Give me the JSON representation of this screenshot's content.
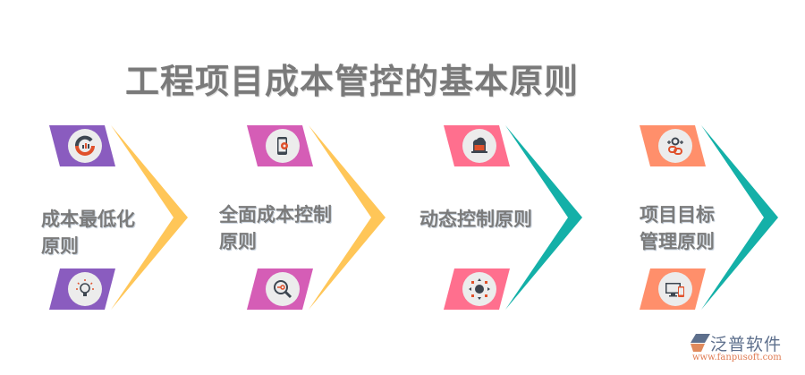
{
  "title": "工程项目成本管控的基本原则",
  "colors": {
    "title": "#7a7a7a",
    "label": "#7b7b7b",
    "purple": "#8a5cbf",
    "magenta": "#d55db6",
    "pink": "#ff6f8e",
    "salmon": "#ff8f6b",
    "yellow_chevron": "#ffc658",
    "teal_chevron": "#14b0a8",
    "icon_circle": "#ececec",
    "icon_dark": "#3d4650",
    "icon_accent": "#e0512b"
  },
  "steps": [
    {
      "label_line1": "成本最低化",
      "label_line2": "原则",
      "tile_color": "#8a5cbf",
      "chevron_color": "#ffc658",
      "top_icon": "chart-gauge-icon",
      "bottom_icon": "lightbulb-icon"
    },
    {
      "label_line1": "全面成本控制",
      "label_line2": "原则",
      "tile_color": "#d55db6",
      "chevron_color": "#ffc658",
      "top_icon": "phone-gear-icon",
      "bottom_icon": "key-magnifier-icon"
    },
    {
      "label_line1": "动态控制原则",
      "label_line2": "",
      "tile_color": "#ff6f8e",
      "chevron_color": "#14b0a8",
      "top_icon": "cloud-laptop-icon",
      "bottom_icon": "globe-arrows-icon"
    },
    {
      "label_line1": "项目目标",
      "label_line2": "管理原则",
      "tile_color": "#ff8f6b",
      "chevron_color": "#14b0a8",
      "top_icon": "link-plus-icon",
      "bottom_icon": "desktop-mobile-icon"
    }
  ],
  "logo": {
    "brand": "泛普软件",
    "url": "www.fanpusoft.com"
  }
}
